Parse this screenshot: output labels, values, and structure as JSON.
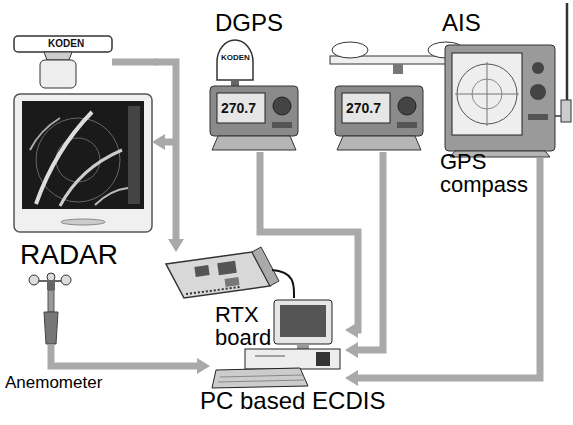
{
  "diagram": {
    "nodes": [
      {
        "text": [
          "RADAR"
        ]
      },
      {
        "text": [
          "DGPS"
        ]
      },
      {
        "text": [
          "GPS compass"
        ]
      },
      {
        "text": [
          "AIS"
        ]
      },
      {
        "text": [
          "RTX board"
        ]
      },
      {
        "text": [
          "Anemometer"
        ]
      },
      {
        "text": [
          "PC based ECDIS"
        ]
      }
    ],
    "edges": [
      {
        "from": 0,
        "to": 4,
        "arrow": "to"
      },
      {
        "from": 4,
        "to": 6,
        "arrow": "none"
      },
      {
        "from": 1,
        "to": 6,
        "arrow": "to"
      },
      {
        "from": 2,
        "to": 6,
        "arrow": "to"
      },
      {
        "from": 3,
        "to": 6,
        "arrow": "to"
      },
      {
        "from": 5,
        "to": 6,
        "arrow": "to"
      }
    ],
    "labels": [
      "KODEN",
      "KODEN",
      "270.7",
      "270.7"
    ]
  }
}
